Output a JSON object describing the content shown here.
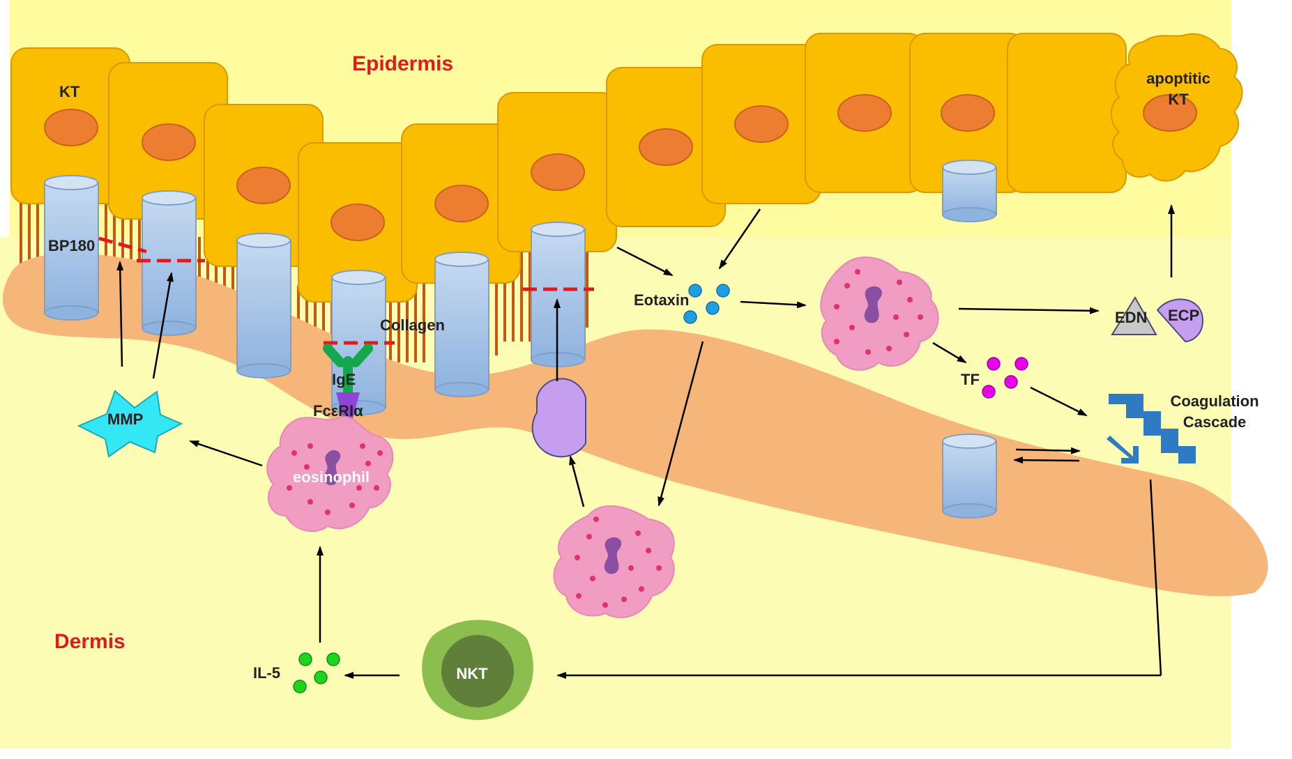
{
  "labels": {
    "epidermis": "Epidermis",
    "dermis": "Dermis",
    "kt": "KT",
    "apoptotic_kt_line1": "apoptitic",
    "apoptotic_kt_line2": "KT",
    "bp180": "BP180",
    "collagen": "Collagen",
    "ige": "IgE",
    "fceri": "FcεRIα",
    "eosinophil": "eosinophil",
    "mmp": "MMP",
    "eotaxin": "Eotaxin",
    "edn": "EDN",
    "ecp": "ECP",
    "tf": "TF",
    "coagulation_line1": "Coagulation",
    "coagulation_line2": "Cascade",
    "nkt": "NKT",
    "il5": "IL-5"
  },
  "colors": {
    "background_epidermis": "#fefc9e",
    "dermis": "#fdfcb5",
    "basement_membrane": "#f7b679",
    "keratinocyte": "#fbbd00",
    "keratinocyte_border": "#d99a00",
    "nucleus": "#ed7d31",
    "anchoring_fibrils": "#c5570e",
    "collagen_cylinder": "#a9c6e8",
    "eosinophil": "#f19cc3",
    "granule": "#e03270",
    "eosinophil_nucleus": "#8a4fa0",
    "cleavage_line": "#e31a1c",
    "ige": "#13a84c",
    "fceri": "#8e44d6",
    "mmp": "#33e8f4",
    "eotaxin_dot": "#1f9ee0",
    "tf_dot": "#e800e8",
    "il5_dot": "#1fd31f",
    "ecp": "#c59ef0",
    "edn": "#c8c8c8",
    "coagulation": "#2e7bc4",
    "nkt_outer": "#8bbd4f",
    "nkt_inner": "#5f7f3a",
    "arrow": "#000000"
  }
}
